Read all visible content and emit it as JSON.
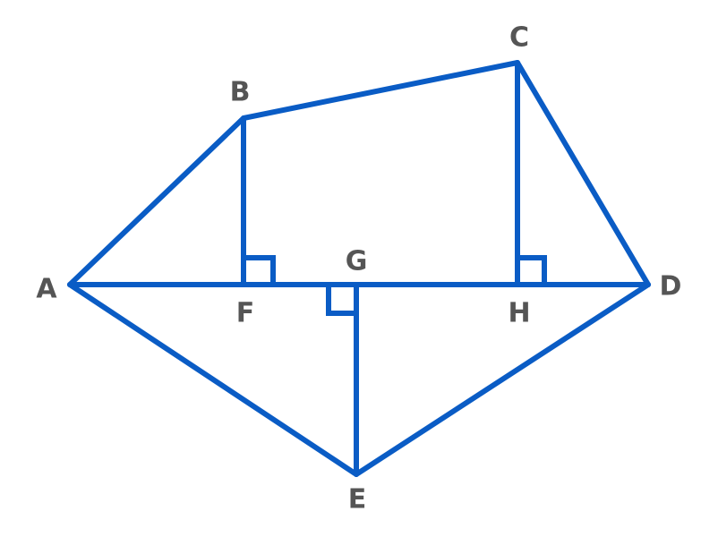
{
  "colors": {
    "line": "#0a5cc5",
    "label": "#555555",
    "background": "#ffffff"
  },
  "labels": {
    "A": "A",
    "B": "B",
    "C": "C",
    "D": "D",
    "E": "E",
    "F": "F",
    "G": "G",
    "H": "H"
  }
}
